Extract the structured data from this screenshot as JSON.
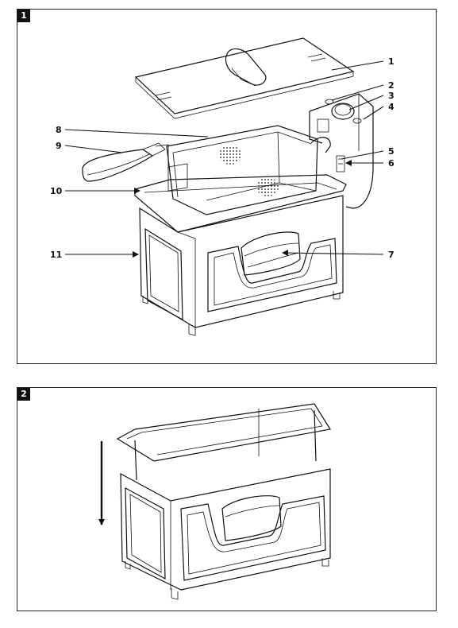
{
  "figures": [
    {
      "number": "1",
      "callouts": [
        "1",
        "2",
        "3",
        "4",
        "5",
        "6",
        "7",
        "8",
        "9",
        "10",
        "11"
      ]
    },
    {
      "number": "2"
    }
  ]
}
